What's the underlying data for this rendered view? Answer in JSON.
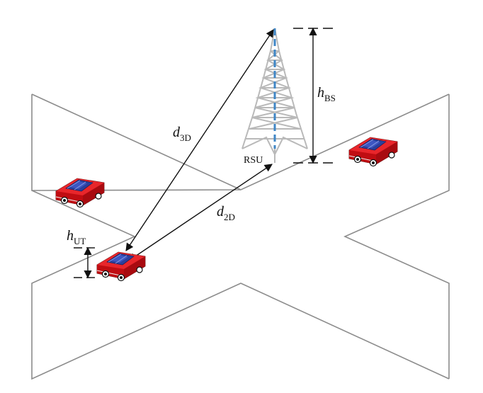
{
  "labels": {
    "h_bs": {
      "main": "h",
      "sub": "BS"
    },
    "d_3d": {
      "main": "d",
      "sub": "3D"
    },
    "d_2d": {
      "main": "d",
      "sub": "2D"
    },
    "h_ut": {
      "main": "h",
      "sub": "UT"
    },
    "rsu": "RSU"
  },
  "colors": {
    "road_line": "#8c8c8c",
    "tower": "#b9b9b9",
    "antenna": "#3f86c6",
    "car_body": "#e0141b",
    "car_roof": "#2b3f9c",
    "arrow": "#111111"
  }
}
